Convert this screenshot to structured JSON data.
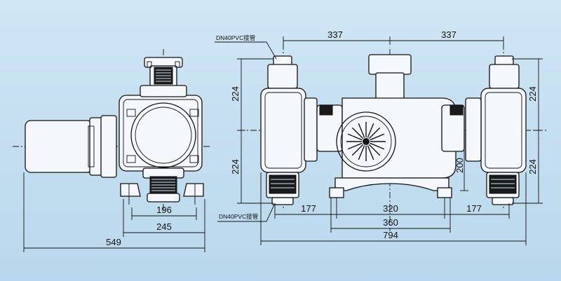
{
  "dimensions": {
    "left_view": {
      "d196": "196",
      "d245": "245",
      "d549": "549"
    },
    "right_view": {
      "top_left": "337",
      "top_right": "337",
      "left_upper": "224",
      "left_lower": "224",
      "right_upper": "224",
      "right_lower": "224",
      "inner_200": "200",
      "bottom_177_left": "177",
      "bottom_320": "320",
      "bottom_177_right": "177",
      "bottom_360": "360",
      "bottom_794": "794"
    }
  },
  "callouts": {
    "top": "DN40PVC接管",
    "bottom": "DN40PVC接管"
  },
  "colors": {
    "background": "#c9e2f3",
    "line": "#111111"
  }
}
